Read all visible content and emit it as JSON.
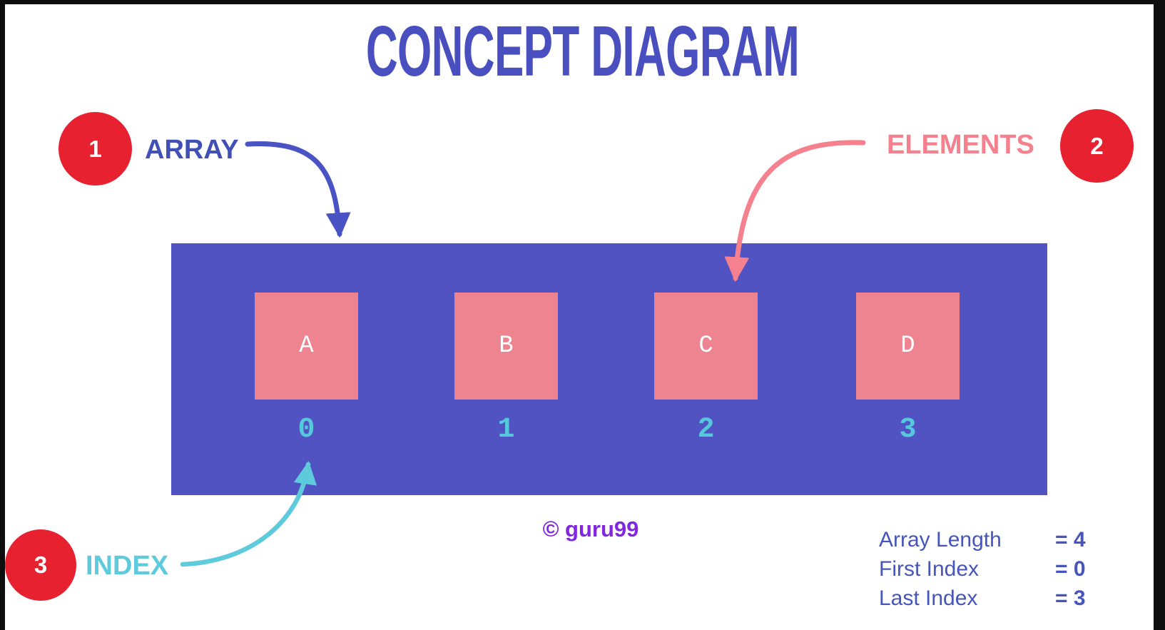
{
  "page": {
    "title": "CONCEPT DIAGRAM",
    "watermark": "© guru99"
  },
  "callouts": [
    {
      "number": "1",
      "label": "ARRAY"
    },
    {
      "number": "2",
      "label": "ELEMENTS"
    },
    {
      "number": "3",
      "label": "INDEX"
    }
  ],
  "array": {
    "elements": [
      {
        "value": "A",
        "index": "0"
      },
      {
        "value": "B",
        "index": "1"
      },
      {
        "value": "C",
        "index": "2"
      },
      {
        "value": "D",
        "index": "3"
      }
    ]
  },
  "stats": [
    {
      "label": "Array Length",
      "value": "= 4"
    },
    {
      "label": "First Index",
      "value": "= 0"
    },
    {
      "label": "Last Index",
      "value": "= 3"
    }
  ],
  "colors": {
    "title_blue": "#4a4fc0",
    "array_rect_blue": "#5153c2",
    "element_pink": "#ef8491",
    "elements_label_pink": "#f5808e",
    "index_cyan": "#5ecbdd",
    "badge_red": "#e7212f",
    "watermark_purple": "#8127e0",
    "stats_text_blue": "#4655bb",
    "border_black": "#0d0d0e"
  }
}
